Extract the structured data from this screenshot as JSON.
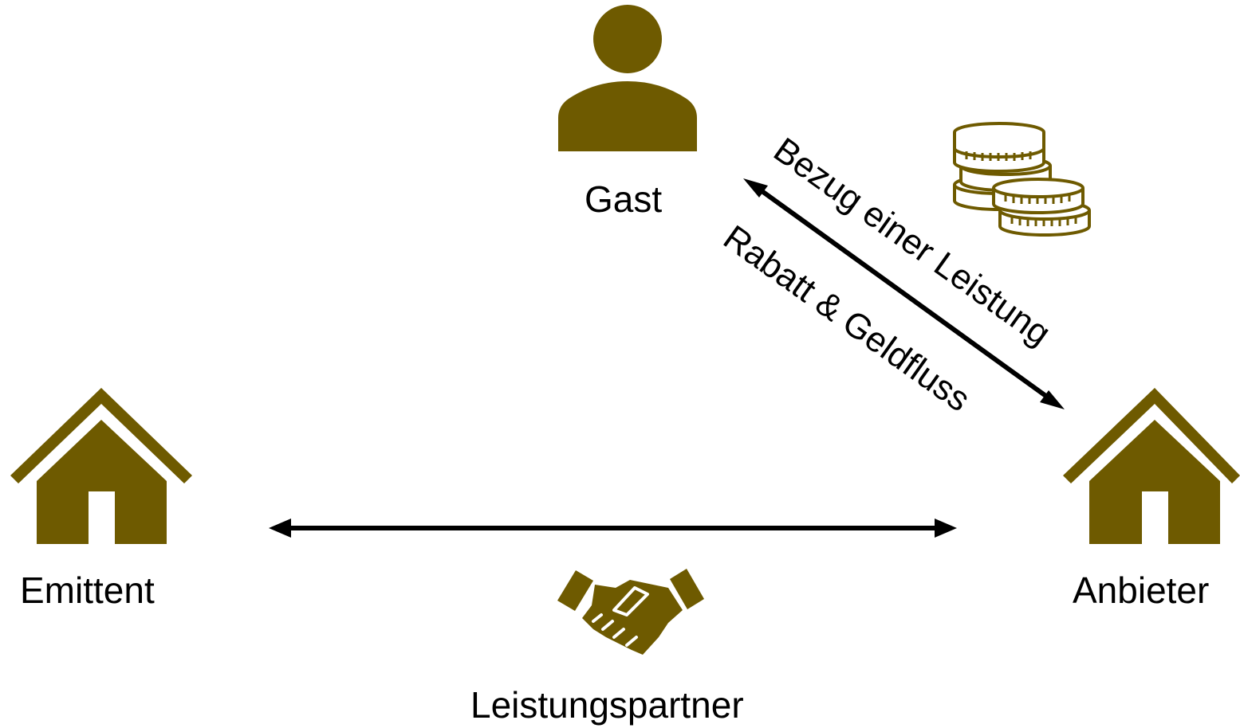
{
  "colors": {
    "icon": "#6e5a00",
    "arrow": "#000000",
    "background": "#ffffff"
  },
  "nodes": {
    "gast": {
      "label": "Gast",
      "icon": "person-icon"
    },
    "emittent": {
      "label": "Emittent",
      "icon": "house-icon"
    },
    "anbieter": {
      "label": "Anbieter",
      "icon": "house-icon"
    },
    "leistungspartner": {
      "label": "Leistungspartner",
      "icon": "handshake-icon"
    }
  },
  "relations": {
    "gast_anbieter": {
      "label_top": "Bezug einer Leistung",
      "label_bottom": "Rabatt & Geldfluss",
      "icon": "coins-icon",
      "direction": "bidirectional"
    },
    "emittent_anbieter": {
      "direction": "bidirectional"
    }
  }
}
